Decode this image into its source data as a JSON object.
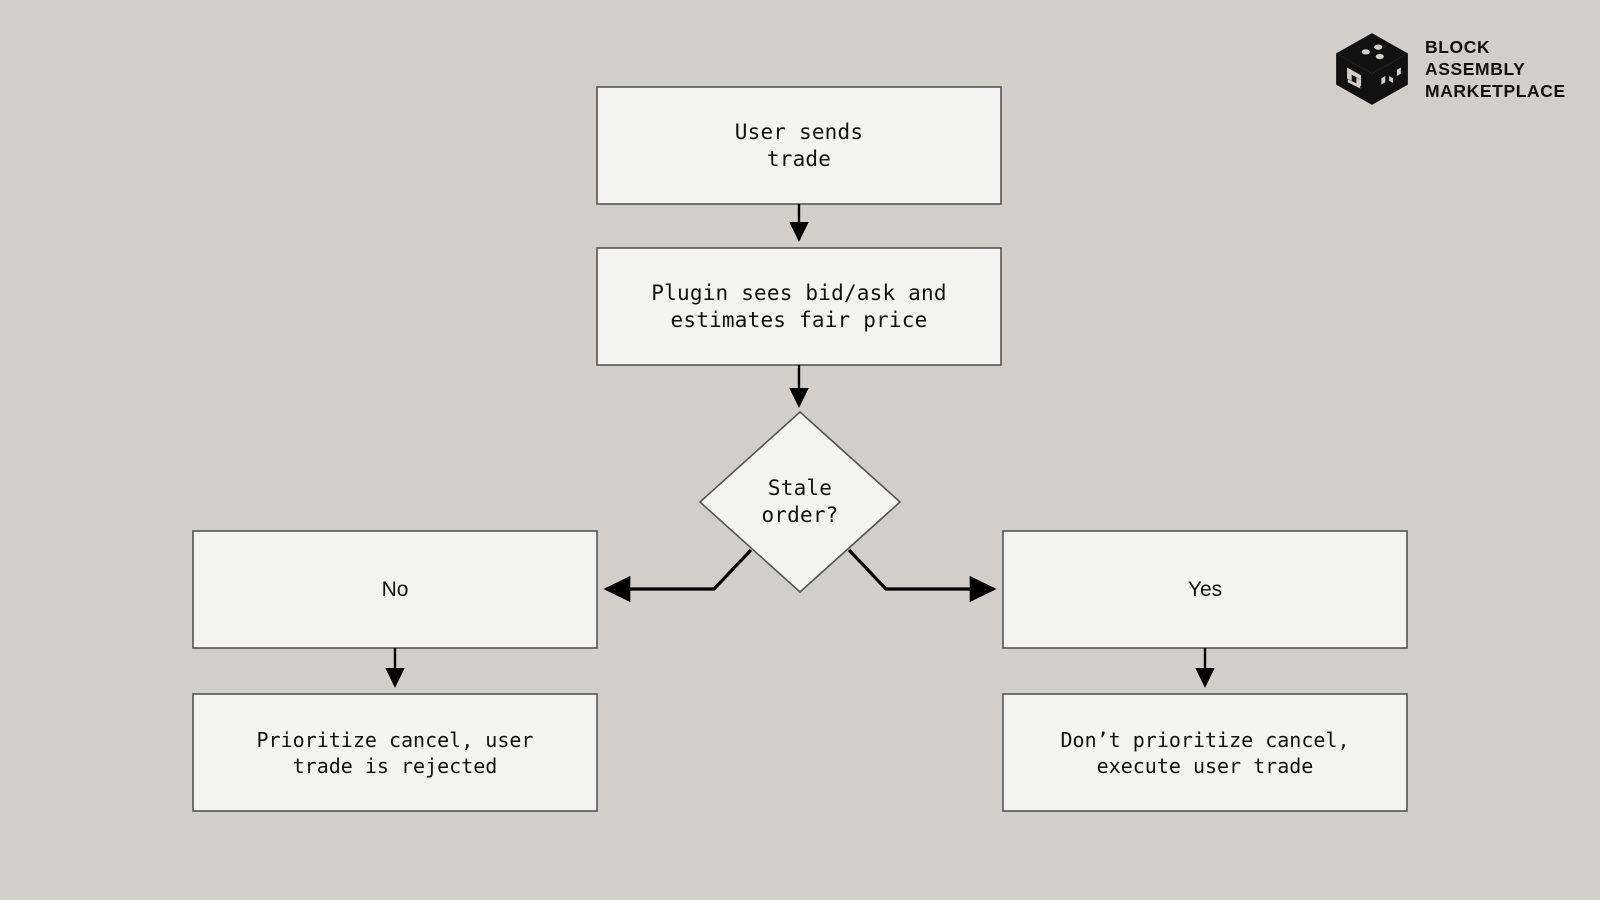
{
  "brand": {
    "logo_icon": "bam-cube-icon",
    "cube_faces": {
      "top": "B",
      "left": "A",
      "right": "M"
    },
    "lines": [
      "BLOCK",
      "ASSEMBLY",
      "MARKETPLACE"
    ]
  },
  "colors": {
    "background": "#d2cec9",
    "node_fill": "#f3f3f2",
    "node_border": "#555555",
    "connector": "#000000",
    "text": "#111111"
  },
  "diagram": {
    "type": "flowchart",
    "title": "",
    "nodes": [
      {
        "id": "start",
        "shape": "rect",
        "label": "User sends\ntrade"
      },
      {
        "id": "plugin",
        "shape": "rect",
        "label": "Plugin sees bid/ask and\nestimates fair price"
      },
      {
        "id": "decision",
        "shape": "diamond",
        "label": "Stale\norder?"
      },
      {
        "id": "no",
        "shape": "rect",
        "label": "No"
      },
      {
        "id": "yes",
        "shape": "rect",
        "label": "Yes"
      },
      {
        "id": "reject",
        "shape": "rect",
        "label": "Prioritize cancel, user\ntrade is rejected"
      },
      {
        "id": "execute",
        "shape": "rect",
        "label": "Don’t prioritize cancel,\nexecute user trade"
      }
    ],
    "edges": [
      {
        "from": "start",
        "to": "plugin",
        "label": "",
        "style": "straight-down"
      },
      {
        "from": "plugin",
        "to": "decision",
        "label": "",
        "style": "straight-down"
      },
      {
        "from": "decision",
        "to": "no",
        "label": "",
        "style": "elbow-left"
      },
      {
        "from": "decision",
        "to": "yes",
        "label": "",
        "style": "elbow-right"
      },
      {
        "from": "no",
        "to": "reject",
        "label": "",
        "style": "straight-down"
      },
      {
        "from": "yes",
        "to": "execute",
        "label": "",
        "style": "straight-down"
      }
    ]
  }
}
